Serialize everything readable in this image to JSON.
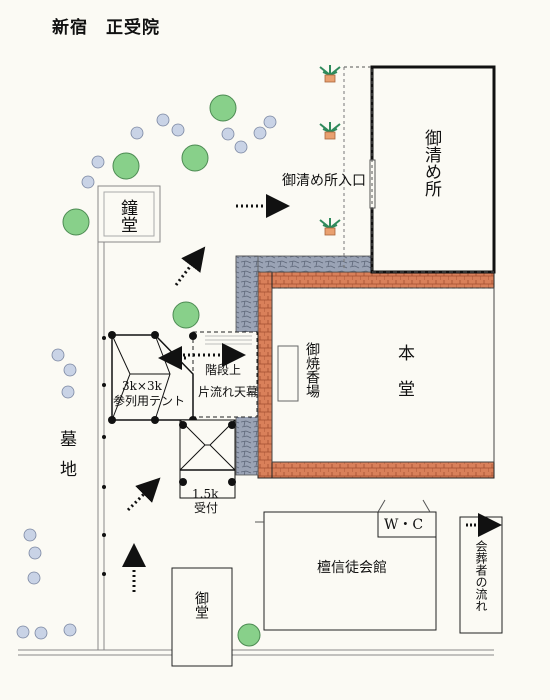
{
  "title": "新宿　正受院",
  "labels": {
    "bell_tower": "鐘堂",
    "purification": "御清め所",
    "purification_entrance": "御清め所入口",
    "main_hall_line1": "本",
    "main_hall_line2": "堂",
    "incense": "御焼香場",
    "stairs": "階段上",
    "canopy": "片流れ天幕",
    "tent_size": "3k×3k",
    "tent_use": "参列用テント",
    "reception_size": "1.5k",
    "reception": "受付",
    "graveyard_line1": "墓",
    "graveyard_line2": "地",
    "wc": "W・C",
    "hall": "檀信徒会館",
    "side_hall": "御堂",
    "legend": "会葬者の流れ"
  },
  "colors": {
    "background": "#fbfaf4",
    "brick": "#d9805a",
    "stone": "#9aa3b5",
    "tree": "#88d08a",
    "shrub": "#c9d3e6",
    "plant_leaf": "#2f8a5c",
    "plant_pot": "#e9a070"
  }
}
